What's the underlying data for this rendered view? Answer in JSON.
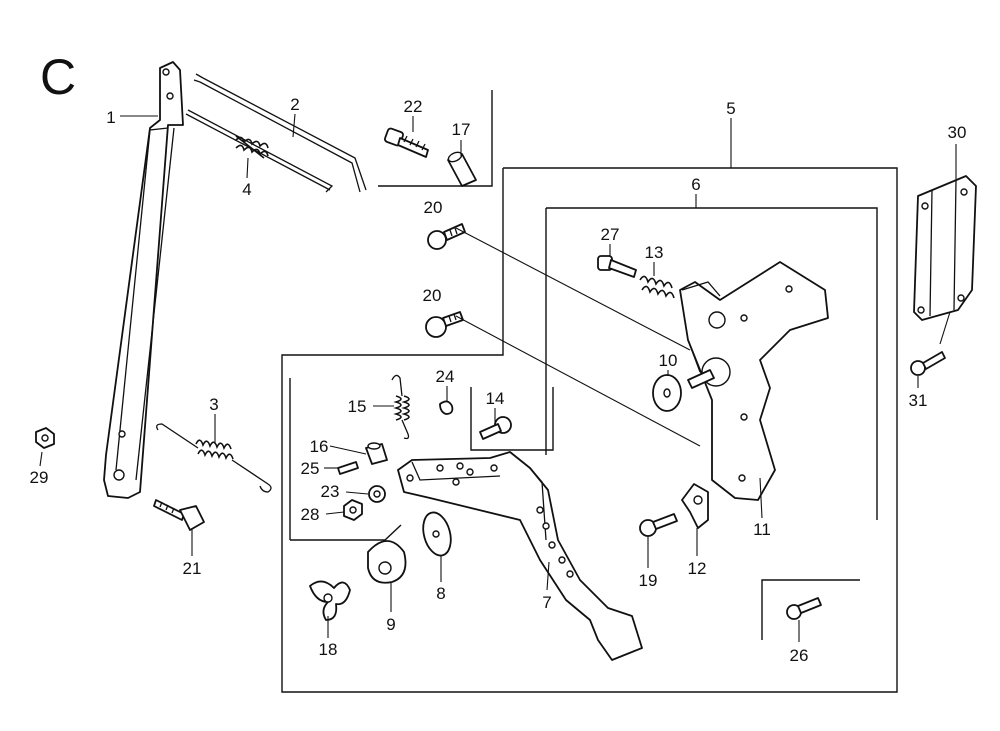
{
  "diagram": {
    "section_letter": "C",
    "callouts": [
      {
        "id": "1",
        "label": "1"
      },
      {
        "id": "2",
        "label": "2"
      },
      {
        "id": "3",
        "label": "3"
      },
      {
        "id": "4",
        "label": "4"
      },
      {
        "id": "5",
        "label": "5"
      },
      {
        "id": "6",
        "label": "6"
      },
      {
        "id": "7",
        "label": "7"
      },
      {
        "id": "8",
        "label": "8"
      },
      {
        "id": "9",
        "label": "9"
      },
      {
        "id": "10",
        "label": "10"
      },
      {
        "id": "11",
        "label": "11"
      },
      {
        "id": "12",
        "label": "12"
      },
      {
        "id": "13",
        "label": "13"
      },
      {
        "id": "14",
        "label": "14"
      },
      {
        "id": "15",
        "label": "15"
      },
      {
        "id": "16",
        "label": "16"
      },
      {
        "id": "17",
        "label": "17"
      },
      {
        "id": "18",
        "label": "18"
      },
      {
        "id": "19",
        "label": "19"
      },
      {
        "id": "20a",
        "label": "20"
      },
      {
        "id": "20b",
        "label": "20"
      },
      {
        "id": "21",
        "label": "21"
      },
      {
        "id": "22",
        "label": "22"
      },
      {
        "id": "23",
        "label": "23"
      },
      {
        "id": "24",
        "label": "24"
      },
      {
        "id": "25",
        "label": "25"
      },
      {
        "id": "26",
        "label": "26"
      },
      {
        "id": "27",
        "label": "27"
      },
      {
        "id": "28",
        "label": "28"
      },
      {
        "id": "29",
        "label": "29"
      },
      {
        "id": "30",
        "label": "30"
      },
      {
        "id": "31",
        "label": "31"
      }
    ]
  }
}
